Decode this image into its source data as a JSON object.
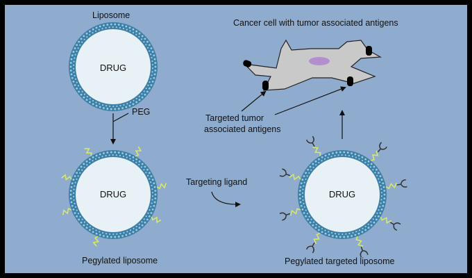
{
  "title": "Cancer cell with tumor associated antigens",
  "labels": {
    "liposome": "Liposome",
    "peg": "PEG",
    "pegylated_liposome": "Pegylated liposome",
    "targeting_ligand": "Targeting ligand",
    "pegylated_targeted_liposome": "Pegylated targeted liposome",
    "targeted_antigens_line1": "Targeted tumor",
    "targeted_antigens_line2": "associated antigens"
  },
  "drug_text": "DRUG",
  "colors": {
    "background": "#8fabcd",
    "frame": "#000000",
    "membrane": "#3e7fa8",
    "membrane_dots": "#9ccfe0",
    "core": "#e8f1f6",
    "peg_chain": "#d6e86a",
    "ligand": "#333333",
    "cell_body": "#c9c9c9",
    "nucleus": "#b48fcf",
    "antigen": "#000000"
  }
}
